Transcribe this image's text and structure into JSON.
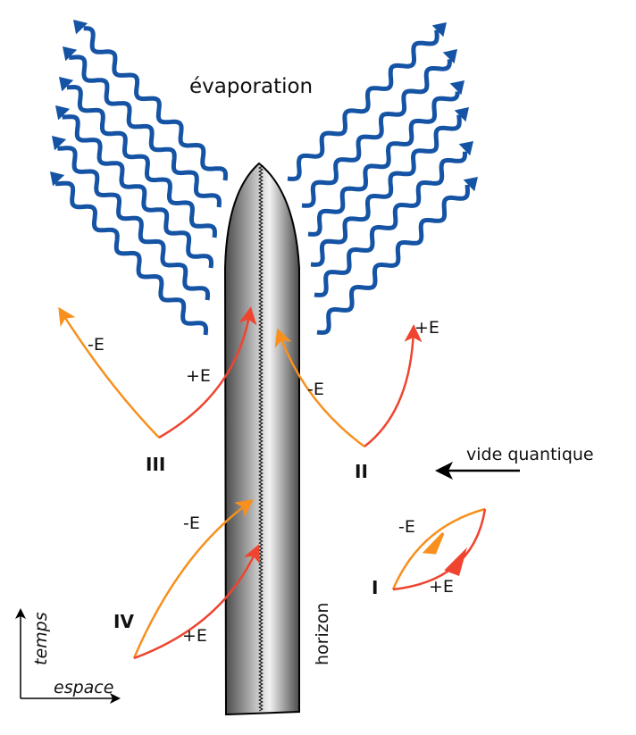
{
  "title": "évaporation",
  "colors": {
    "radiation": "#1553a4",
    "negative": "#f7901e",
    "positive": "#ee4430"
  },
  "labels": {
    "vacuum": "vide quantique",
    "horizon": "horizon",
    "time_axis": "temps",
    "space_axis": "espace"
  },
  "pairs": [
    {
      "id": "I",
      "neg": "-E",
      "pos": "+E"
    },
    {
      "id": "II",
      "neg": "-E",
      "pos": "+E"
    },
    {
      "id": "III",
      "neg": "-E",
      "pos": "+E"
    },
    {
      "id": "IV",
      "neg": "-E",
      "pos": "+E"
    }
  ]
}
